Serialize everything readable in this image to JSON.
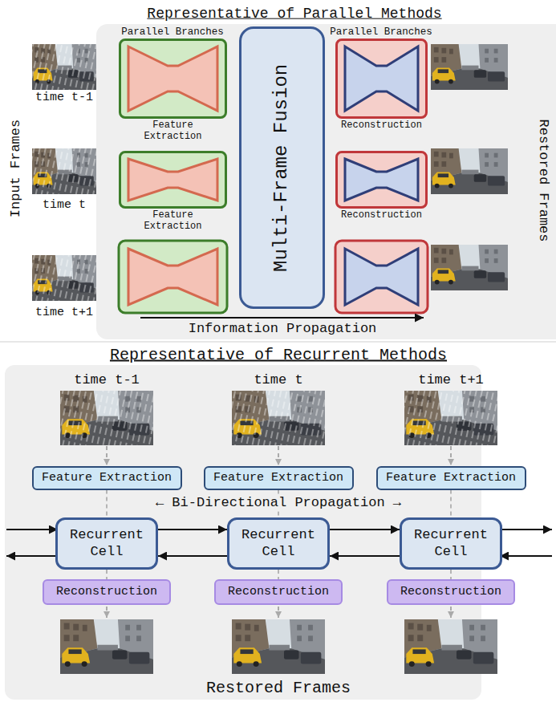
{
  "diagram": {
    "nodes": [
      {
        "text": [
          "Feature Extraction"
        ]
      },
      {
        "text": [
          "Feature Extraction"
        ]
      },
      {
        "text": [
          "Multi-Frame Fusion"
        ]
      },
      {
        "text": [
          "Reconstruction"
        ]
      },
      {
        "text": [
          "Reconstruction"
        ]
      },
      {
        "text": [
          "Feature Extraction"
        ]
      },
      {
        "text": [
          "Feature Extraction"
        ]
      },
      {
        "text": [
          "Feature Extraction"
        ]
      },
      {
        "text": [
          "Recurrent Cell"
        ]
      },
      {
        "text": [
          "Recurrent Cell"
        ]
      },
      {
        "text": [
          "Recurrent Cell"
        ]
      },
      {
        "text": [
          "Reconstruction"
        ]
      },
      {
        "text": [
          "Reconstruction"
        ]
      },
      {
        "text": [
          "Reconstruction"
        ]
      }
    ],
    "edges": [
      {
        "from": 5,
        "to": 8,
        "arrow": "none"
      },
      {
        "from": 6,
        "to": 9,
        "arrow": "none"
      },
      {
        "from": 7,
        "to": 10,
        "arrow": "none"
      },
      {
        "from": 8,
        "to": 9,
        "arrow": "to"
      },
      {
        "from": 9,
        "to": 10,
        "arrow": "to"
      },
      {
        "from": 10,
        "to": 9,
        "arrow": "to"
      },
      {
        "from": 9,
        "to": 8,
        "arrow": "to"
      },
      {
        "from": 8,
        "to": 11,
        "arrow": "none"
      },
      {
        "from": 9,
        "to": 12,
        "arrow": "none"
      },
      {
        "from": 10,
        "to": 13,
        "arrow": "none"
      }
    ],
    "labels": [
      "Representative of Parallel Methods",
      "Parallel Branches",
      "Parallel Branches",
      "Input Frames",
      "time t-1",
      "time t",
      "time t+1",
      "Restored Frames",
      "Information Propagation",
      "Representative of Recurrent Methods",
      "time t-1",
      "time t",
      "time t+1",
      "← Bi-Directional Propagation →",
      "Restored Frames"
    ]
  }
}
